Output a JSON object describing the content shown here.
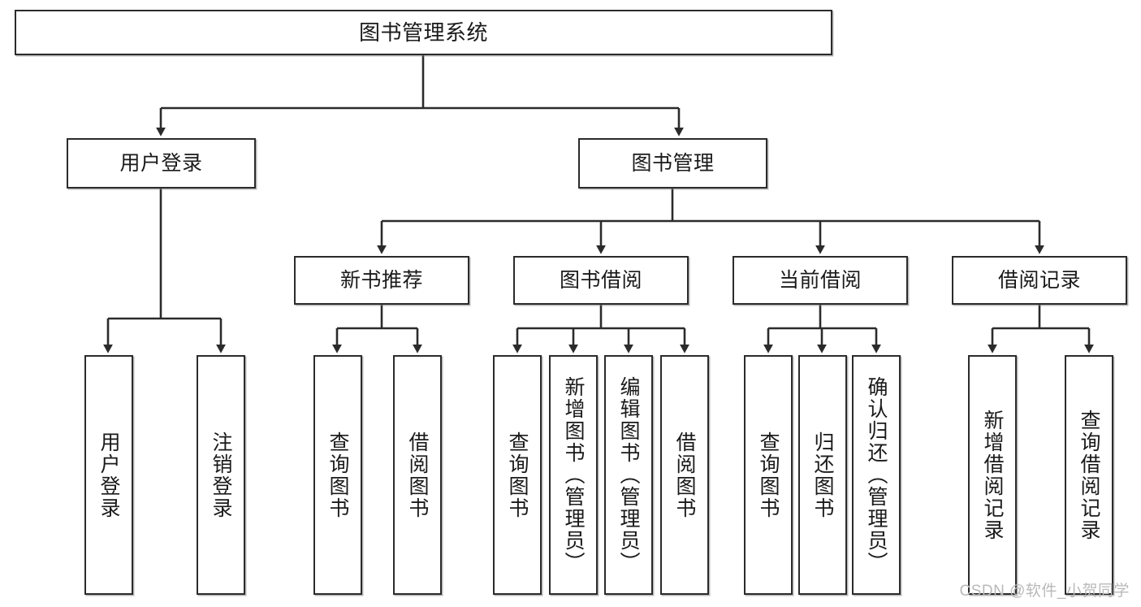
{
  "diagram": {
    "type": "tree-hierarchy",
    "title": "图书管理系统",
    "orientation": "top-down",
    "line_color": "#2b2b2b",
    "box_fill": "#ffffff",
    "text_color": "#1a1a1a"
  },
  "nodes": {
    "root": {
      "label": "图书管理系统"
    },
    "level2": [
      {
        "label": "用户登录"
      },
      {
        "label": "图书管理"
      }
    ],
    "level3": [
      {
        "label": "新书推荐"
      },
      {
        "label": "图书借阅"
      },
      {
        "label": "当前借阅"
      },
      {
        "label": "借阅记录"
      }
    ],
    "leaves": {
      "user_login": [
        {
          "label": "用户登录"
        },
        {
          "label": "注销登录"
        }
      ],
      "new_book": [
        {
          "label": "查询图书"
        },
        {
          "label": "借阅图书"
        }
      ],
      "book_borrow": [
        {
          "label": "查询图书"
        },
        {
          "label": "新增图书（管理员）"
        },
        {
          "label": "编辑图书（管理员）"
        },
        {
          "label": "借阅图书"
        }
      ],
      "current_borrow": [
        {
          "label": "查询图书"
        },
        {
          "label": "归还图书"
        },
        {
          "label": "确认归还（管理员）"
        }
      ],
      "borrow_record": [
        {
          "label": "新增借阅记录"
        },
        {
          "label": "查询借阅记录"
        }
      ]
    }
  },
  "watermark": {
    "text": "CSDN @软件_小贺同学"
  }
}
